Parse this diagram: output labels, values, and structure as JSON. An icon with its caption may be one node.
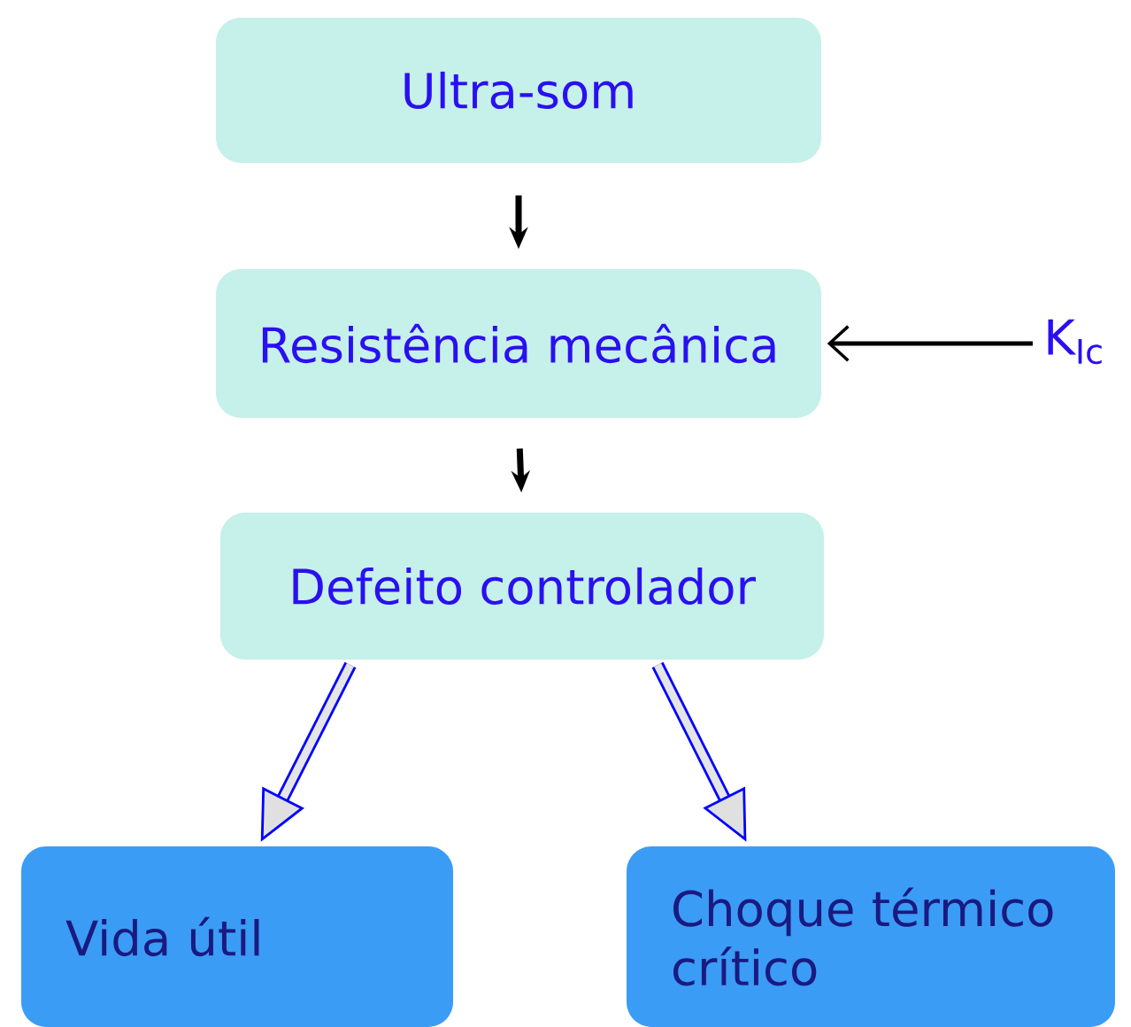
{
  "diagram": {
    "nodes": [
      {
        "text": [
          "Ultra-som"
        ]
      },
      {
        "text": [
          "Resistência mecânica"
        ]
      },
      {
        "text": [
          "Defeito controlador"
        ]
      },
      {
        "text": [
          "Vida útil"
        ]
      },
      {
        "text": [
          "Choque térmico crítico"
        ]
      },
      {
        "text": [
          "K$_{Ic}$"
        ]
      }
    ],
    "edges": [
      {
        "from": 0,
        "to": 1,
        "arrow": "to"
      },
      {
        "from": 1,
        "to": 2,
        "arrow": "to"
      },
      {
        "from": 5,
        "to": 1,
        "arrow": "to"
      },
      {
        "from": 2,
        "to": 3,
        "arrow": "to",
        "style": "thick",
        "color": "#0000ff"
      },
      {
        "from": 2,
        "to": 4,
        "arrow": "to",
        "style": "thick",
        "color": "#0000ff"
      }
    ]
  }
}
